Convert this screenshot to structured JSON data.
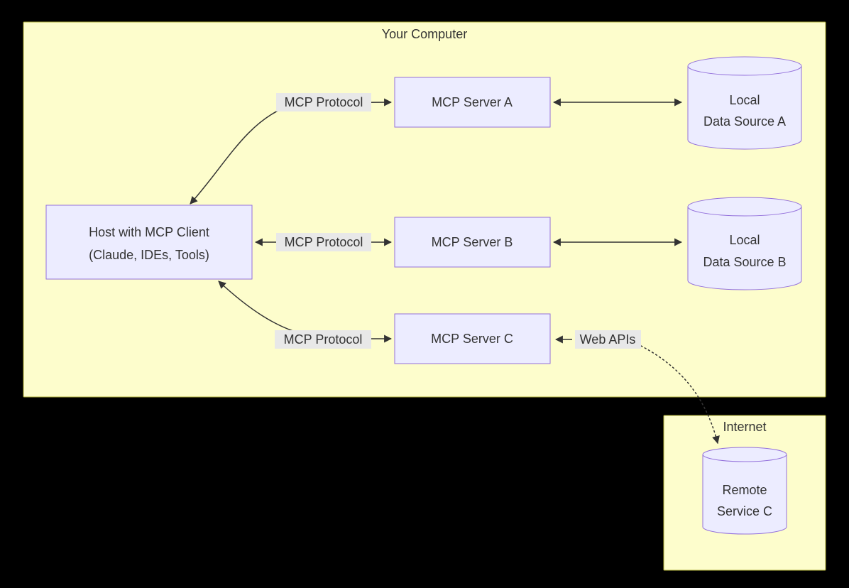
{
  "diagram": {
    "computer_cluster": {
      "label": "Your Computer"
    },
    "internet_cluster": {
      "label": "Internet"
    },
    "host": {
      "line1": "Host with MCP Client",
      "line2": "(Claude, IDEs, Tools)"
    },
    "server_a": {
      "label": "MCP Server A"
    },
    "server_b": {
      "label": "MCP Server B"
    },
    "server_c": {
      "label": "MCP Server C"
    },
    "data_source_a": {
      "line1": "Local",
      "line2": "Data Source A"
    },
    "data_source_b": {
      "line1": "Local",
      "line2": "Data Source B"
    },
    "remote_service_c": {
      "line1": "Remote",
      "line2": "Service C"
    },
    "edge_labels": {
      "host_server_a": "MCP Protocol",
      "host_server_b": "MCP Protocol",
      "host_server_c": "MCP Protocol",
      "server_c_remote": "Web APIs"
    },
    "colors": {
      "background": "#000000",
      "cluster_fill": "#fdfdcc",
      "cluster_stroke": "#aaaa33",
      "node_fill": "#ececff",
      "node_stroke": "#9370db",
      "edge_color": "#333333",
      "label_bg": "#e8e8e8",
      "text_color": "#333333"
    }
  }
}
